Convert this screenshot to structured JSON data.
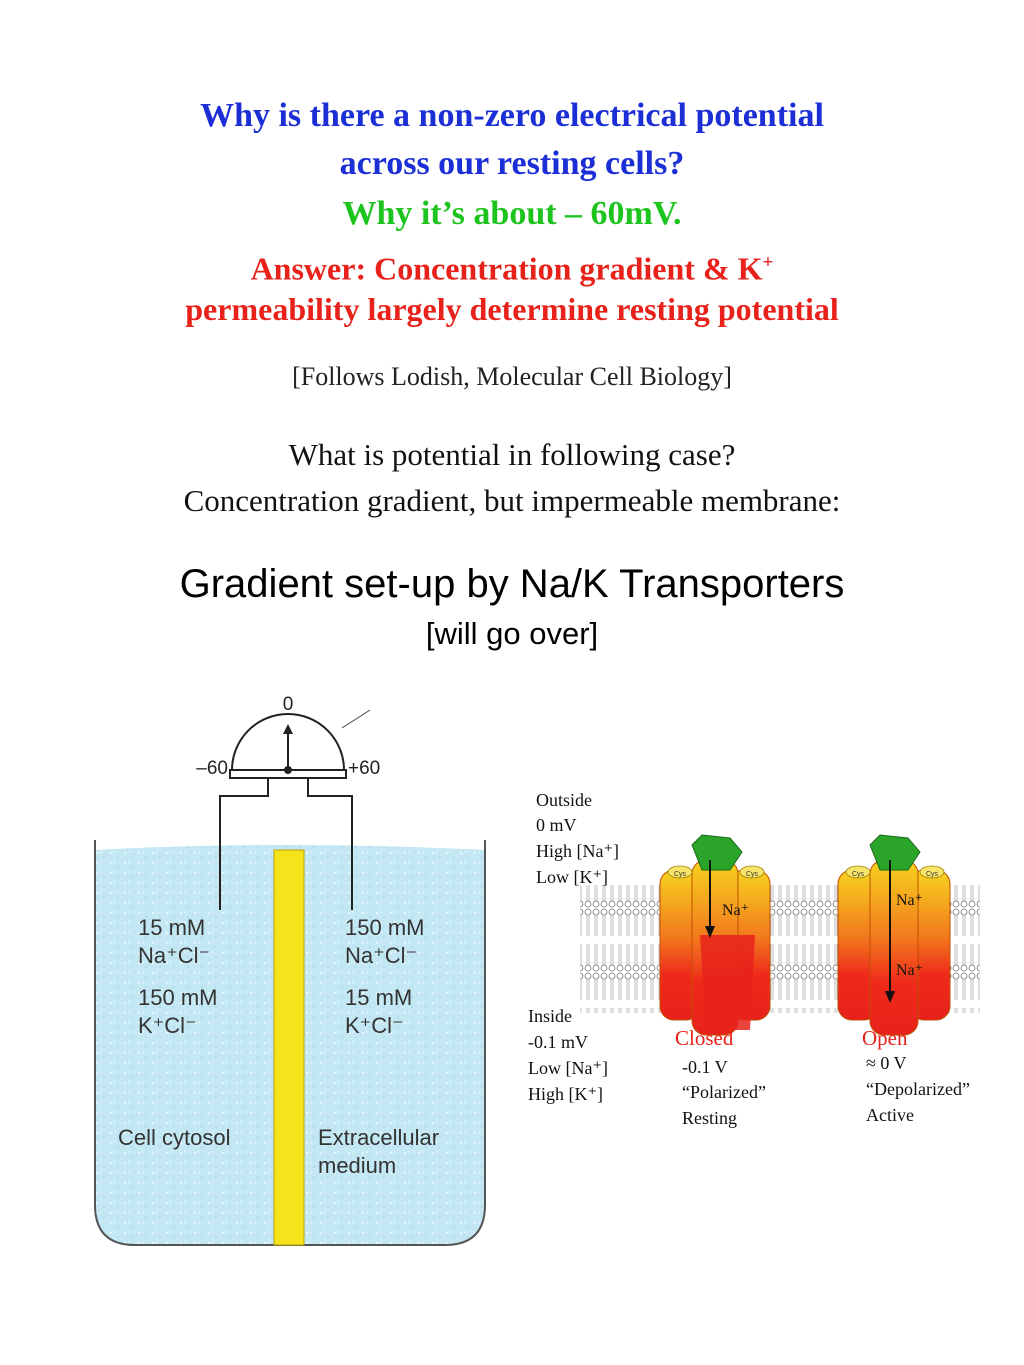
{
  "heading": {
    "line1": "Why is there a non-zero electrical potential",
    "line2": "across our resting cells?",
    "line3": "Why it’s about – 60mV.",
    "line4a": "Answer: Concentration gradient & K",
    "line4sup": "+",
    "line5": "permeability largely determine resting potential"
  },
  "reference": "[Follows Lodish, Molecular Cell Biology]",
  "question": {
    "line1": "What is potential in following case?",
    "line2": "Concentration gradient, but impermeable membrane:"
  },
  "subtitle": {
    "main": "Gradient set-up by Na/K Transporters",
    "note": "[will go over]"
  },
  "beaker": {
    "meter_zero": "0",
    "meter_minus": "–60",
    "meter_plus": "+60",
    "left_na": "15 mM",
    "left_na_salt": "Na⁺Cl⁻",
    "left_k": "150 mM",
    "left_k_salt": "K⁺Cl⁻",
    "right_na": "150 mM",
    "right_na_salt": "Na⁺Cl⁻",
    "right_k": "15 mM",
    "right_k_salt": "K⁺Cl⁻",
    "left_label1": "Cell cytosol",
    "right_label1": "Extracellular",
    "right_label2": "medium"
  },
  "channel": {
    "outside": "Outside",
    "outside_mv": "0 mV",
    "outside_na": "High [Na⁺]",
    "outside_k": "Low [K⁺]",
    "inside": "Inside",
    "inside_mv": "-0.1 mV",
    "inside_na": "Low [Na⁺]",
    "inside_k": "High [K⁺]",
    "closed": "Closed",
    "closed_v": "-0.1 V",
    "closed_state": "“Polarized”",
    "closed_mode": "Resting",
    "open": "Open",
    "open_v": "≈ 0 V",
    "open_state": "“Depolarized”",
    "open_mode": "Active",
    "ion": "Na⁺",
    "cys": "Cys"
  },
  "colors": {
    "blue": "#1c2fd6",
    "green": "#1ec41e",
    "red": "#e8221b",
    "water": "#bfe6f2",
    "membrane": "#f5e41b"
  }
}
